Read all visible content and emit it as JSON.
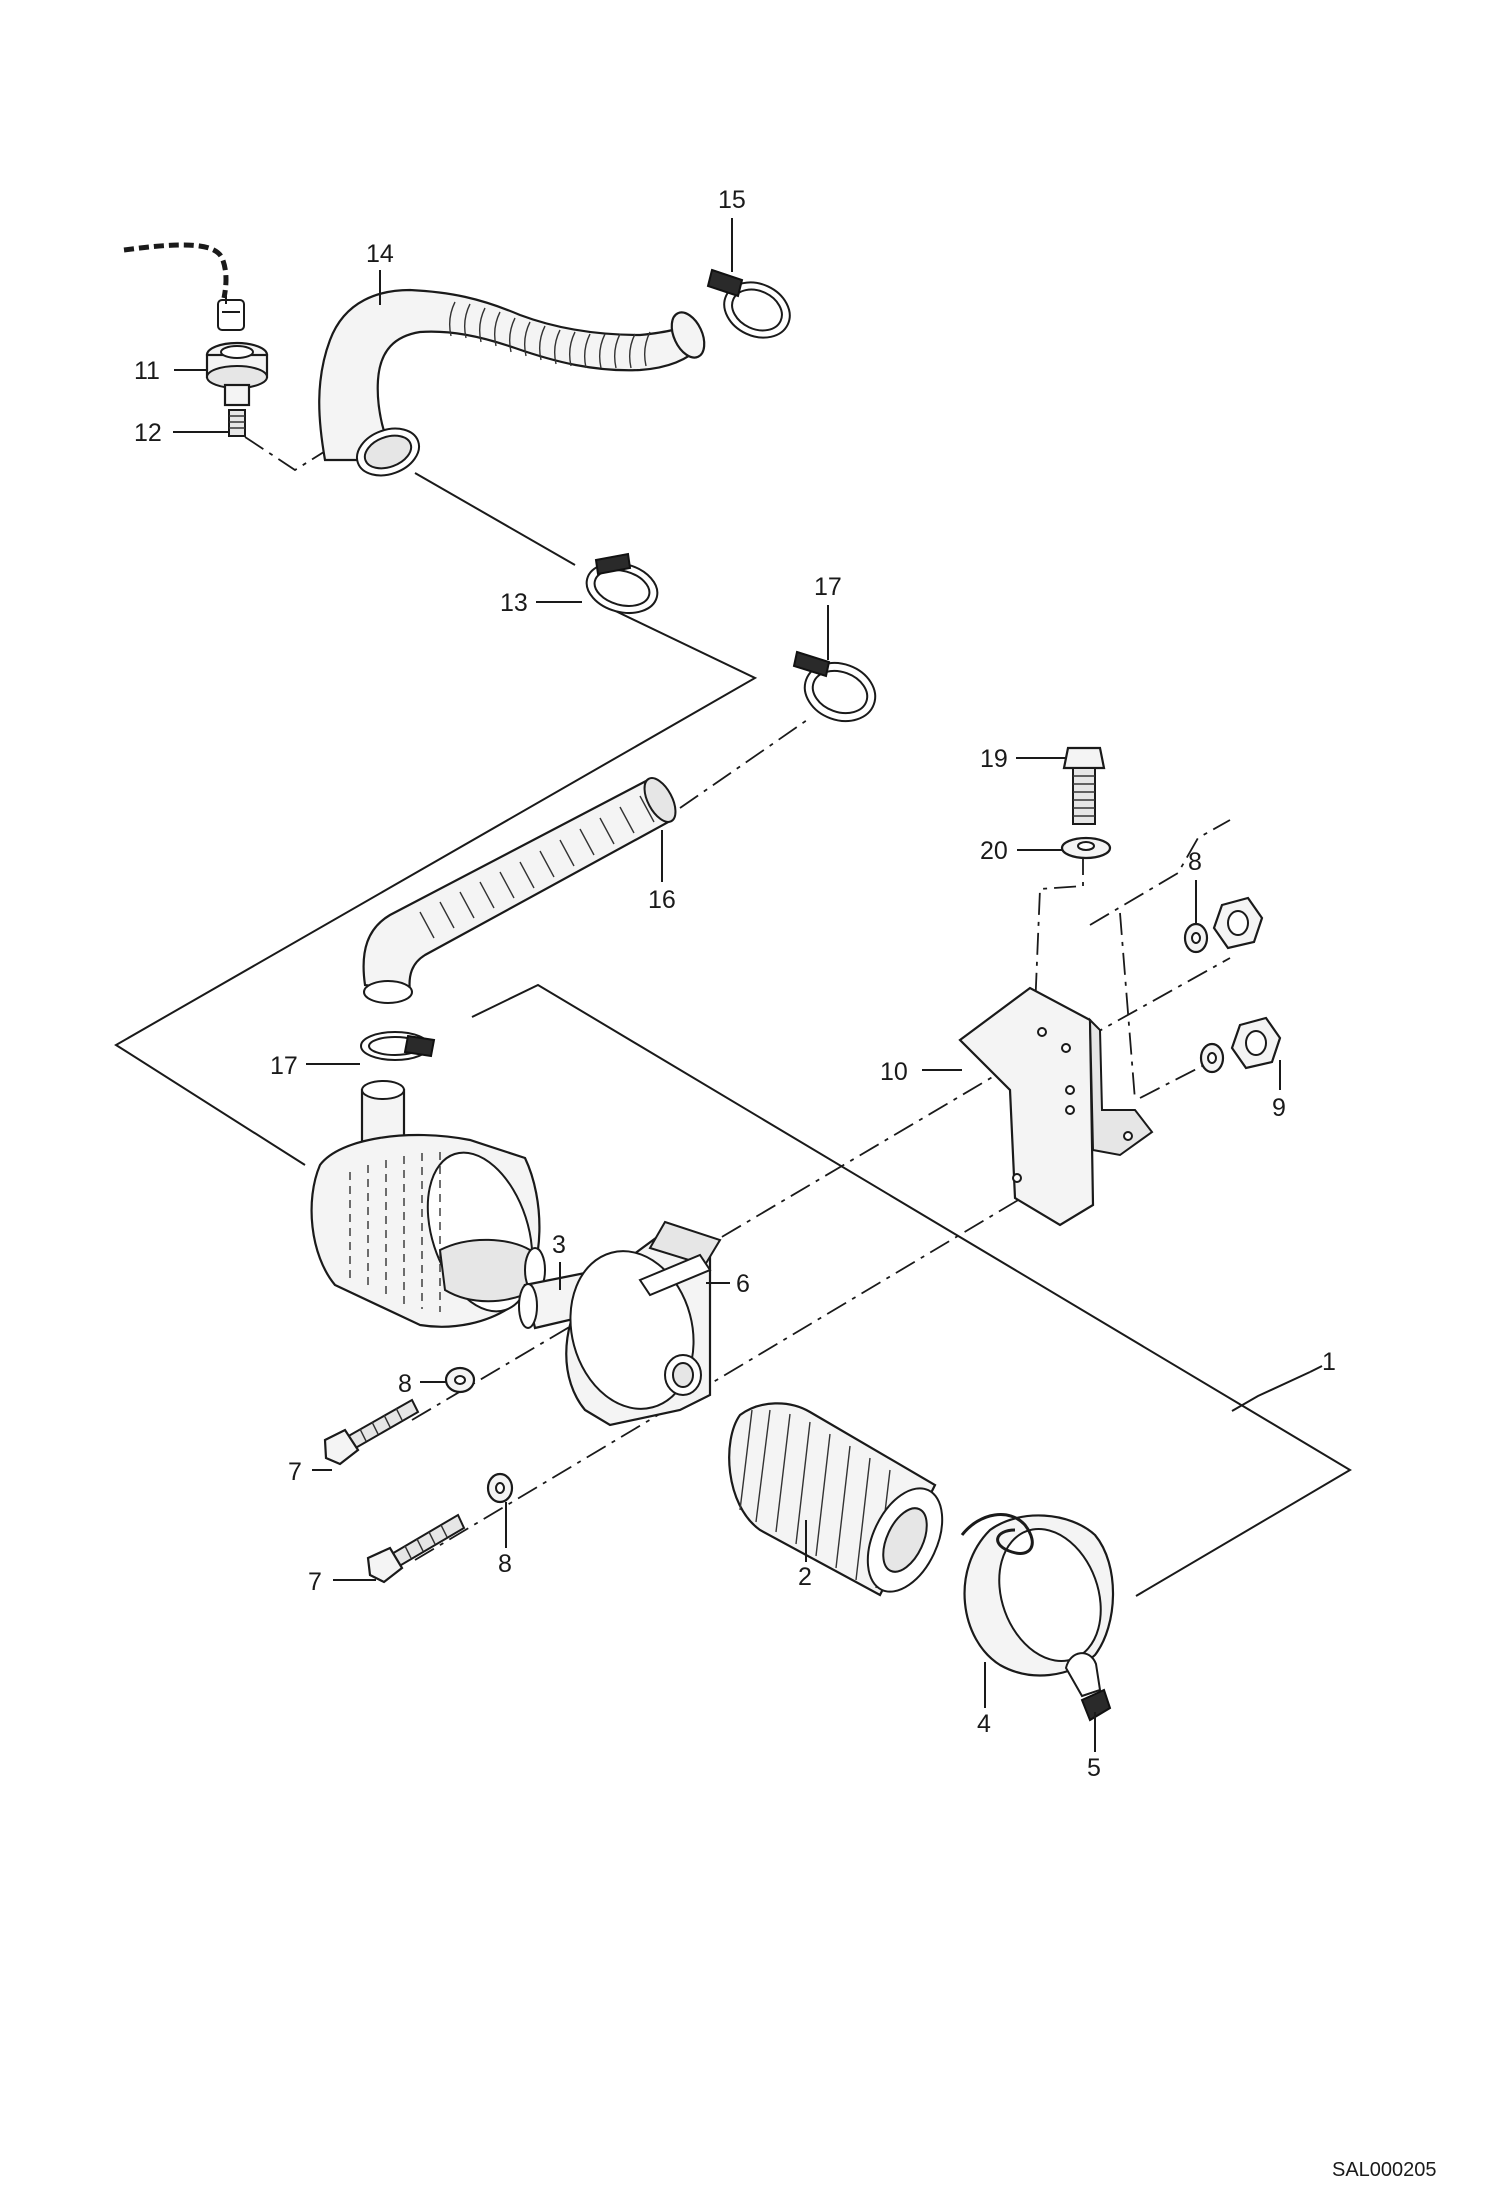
{
  "diagram_code": "SAL000205",
  "callouts": [
    {
      "id": "1",
      "text": "1"
    },
    {
      "id": "2",
      "text": "2"
    },
    {
      "id": "3",
      "text": "3"
    },
    {
      "id": "4",
      "text": "4"
    },
    {
      "id": "5",
      "text": "5"
    },
    {
      "id": "6",
      "text": "6"
    },
    {
      "id": "7a",
      "text": "7"
    },
    {
      "id": "7b",
      "text": "7"
    },
    {
      "id": "8a",
      "text": "8"
    },
    {
      "id": "8b",
      "text": "8"
    },
    {
      "id": "8c",
      "text": "8"
    },
    {
      "id": "9",
      "text": "9"
    },
    {
      "id": "10",
      "text": "10"
    },
    {
      "id": "11",
      "text": "11"
    },
    {
      "id": "12",
      "text": "12"
    },
    {
      "id": "13",
      "text": "13"
    },
    {
      "id": "14",
      "text": "14"
    },
    {
      "id": "15",
      "text": "15"
    },
    {
      "id": "16",
      "text": "16"
    },
    {
      "id": "17a",
      "text": "17"
    },
    {
      "id": "17b",
      "text": "17"
    },
    {
      "id": "19",
      "text": "19"
    },
    {
      "id": "20",
      "text": "20"
    }
  ]
}
